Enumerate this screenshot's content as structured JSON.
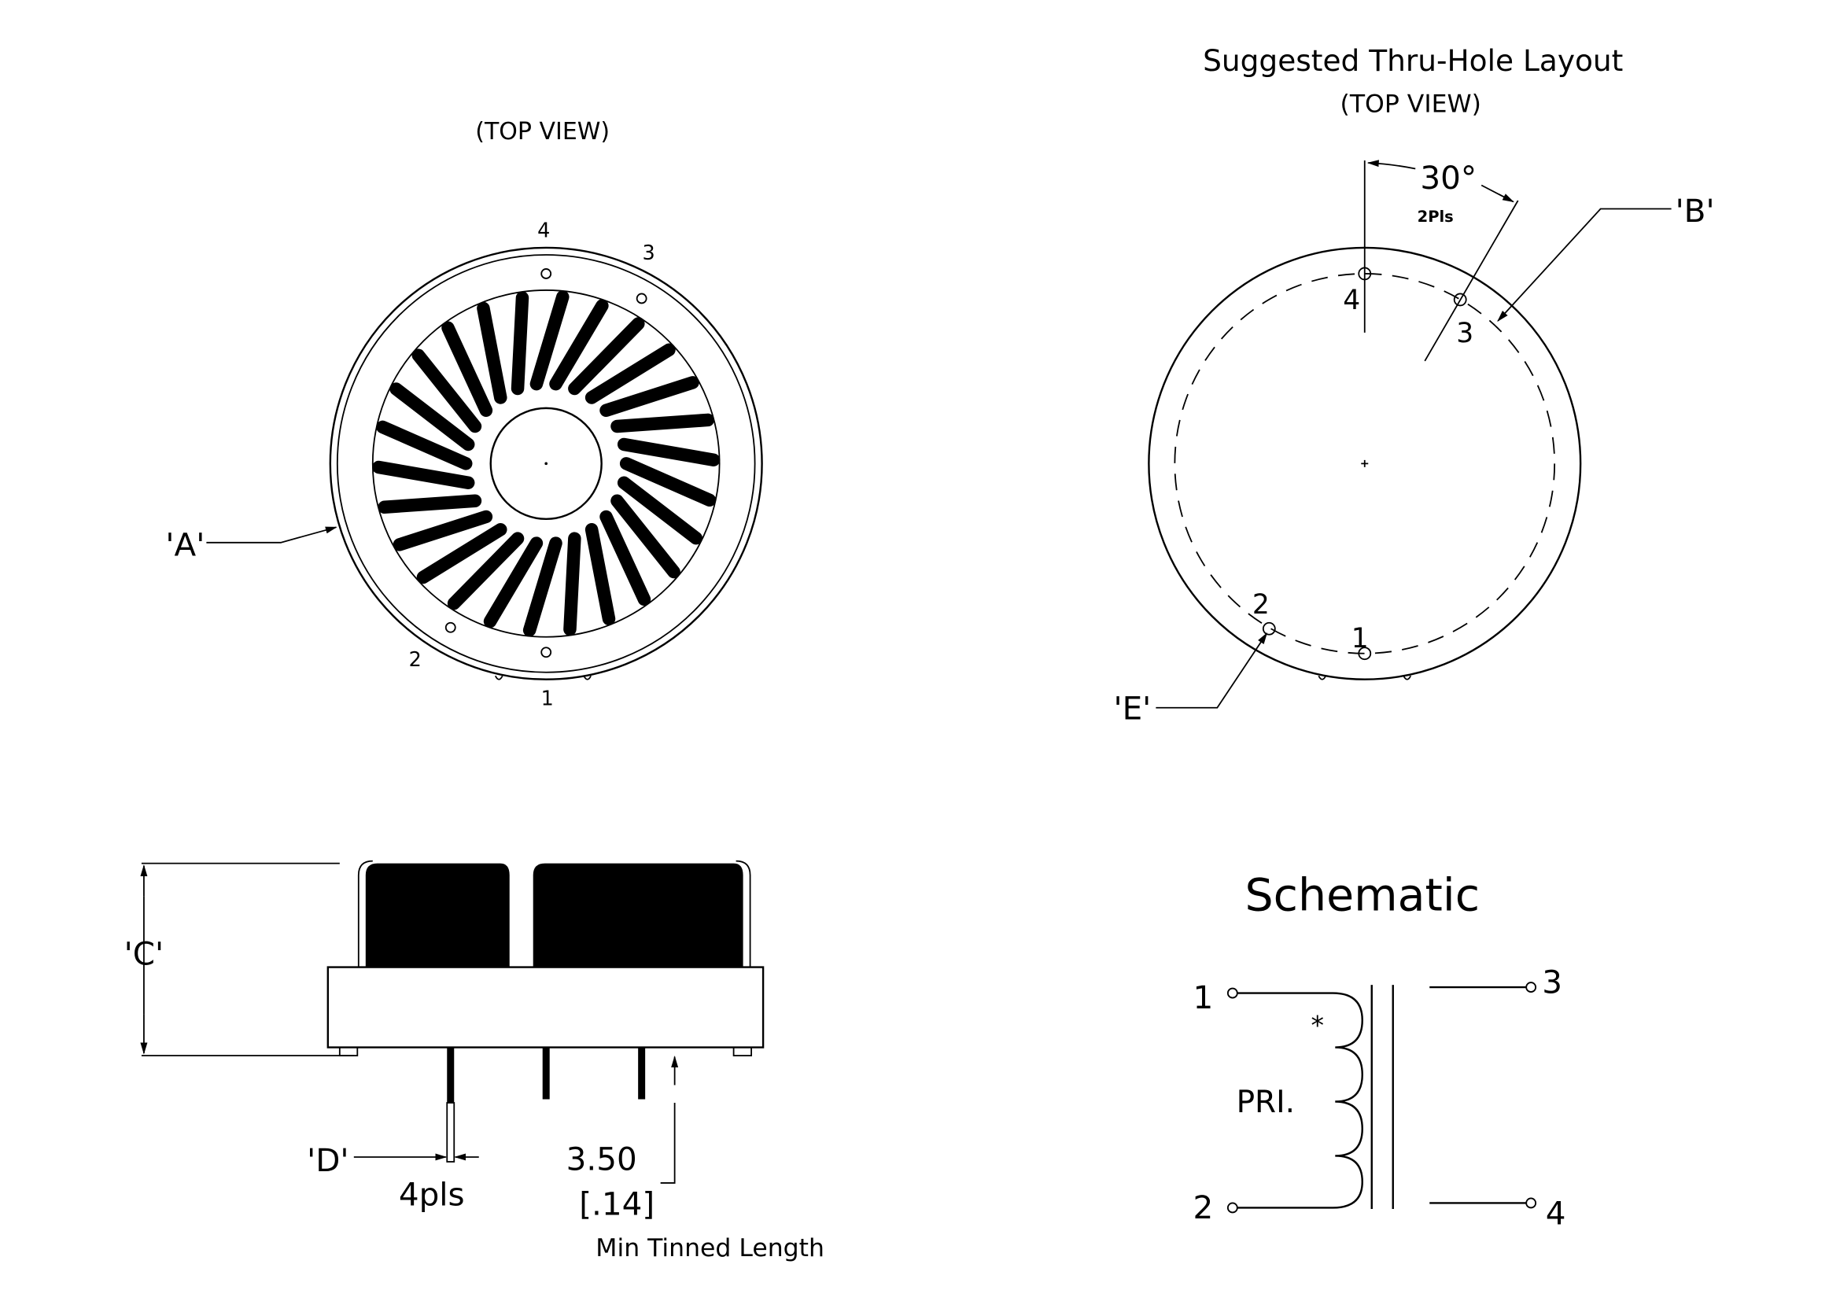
{
  "top_view": {
    "title": "(TOP VIEW)",
    "pins": [
      "1",
      "2",
      "3",
      "4"
    ],
    "callout_a": "'A'",
    "winding_turns": 26
  },
  "layout_view": {
    "title": "Suggested Thru-Hole Layout",
    "subtitle": "(TOP VIEW)",
    "angle": "30°",
    "angle_note": "2Pls",
    "pins": [
      "1",
      "2",
      "3",
      "4"
    ],
    "callout_b": "'B'",
    "callout_e": "'E'"
  },
  "side_view": {
    "callout_c": "'C'",
    "callout_d": "'D'",
    "d_note": "4pls",
    "dim_mm": "3.50",
    "dim_in": "[.14]",
    "dim_label": "Min Tinned Length"
  },
  "schematic": {
    "title": "Schematic",
    "winding_label": "PRI.",
    "dot_mark": "*",
    "terminals": [
      "1",
      "2",
      "3",
      "4"
    ]
  }
}
